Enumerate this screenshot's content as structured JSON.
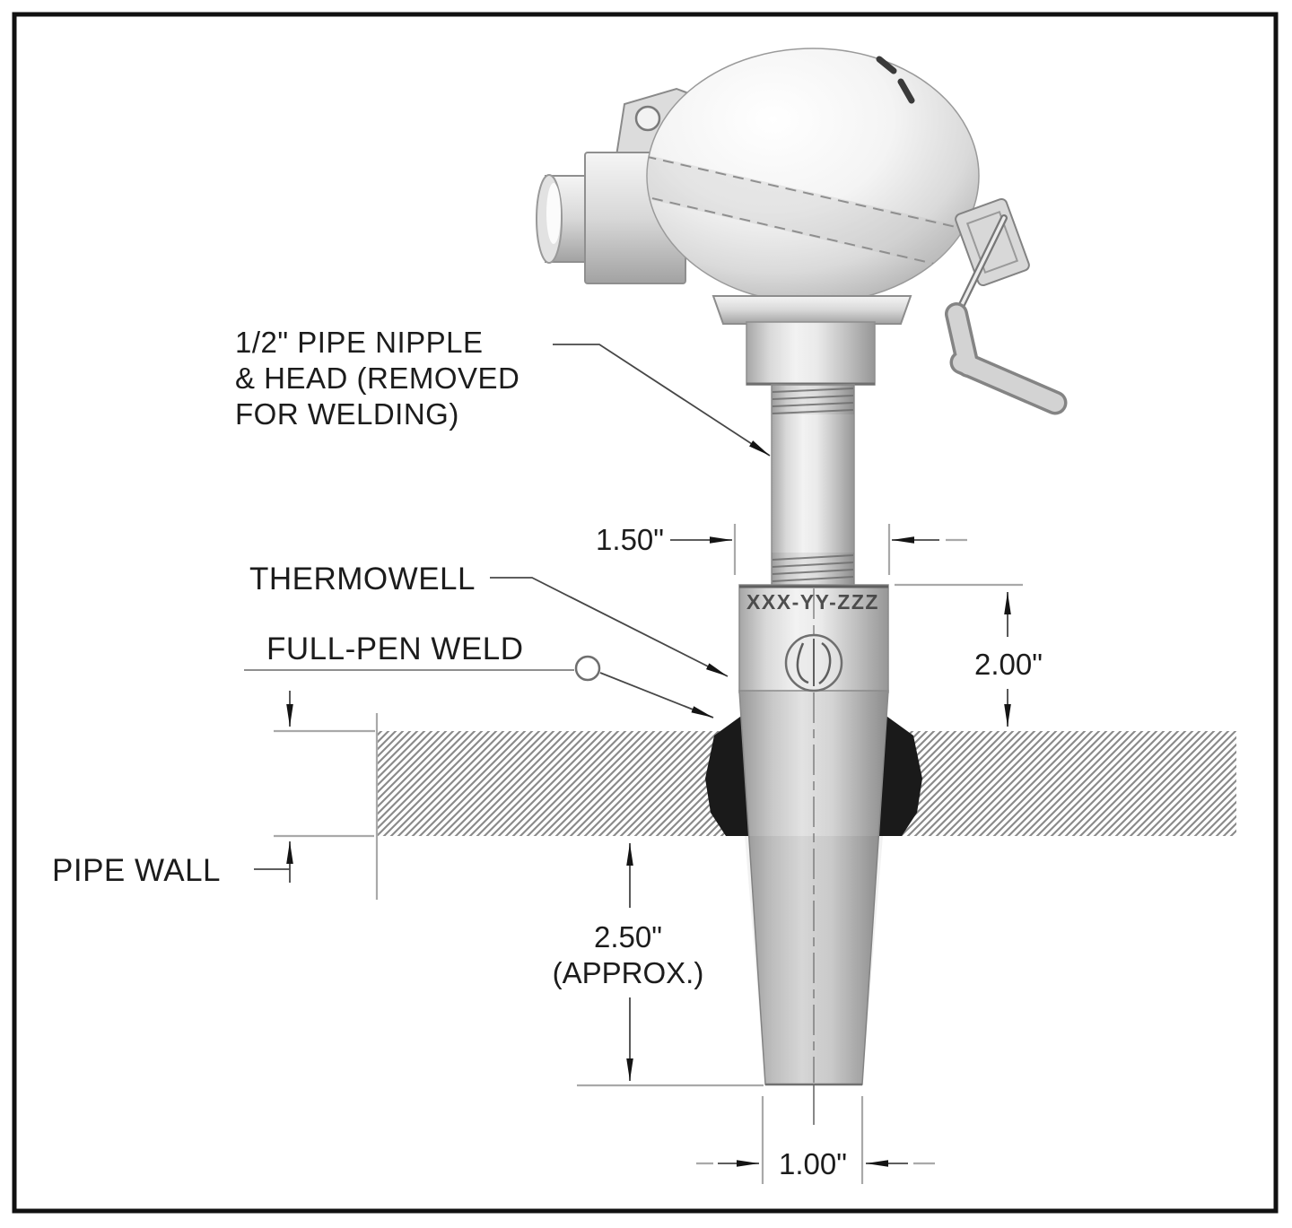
{
  "diagram": {
    "title": "Thermowell full-penetration weld installation drawing",
    "annotations": {
      "pipe_nipple_line1": "1/2\" PIPE NIPPLE",
      "pipe_nipple_line2": "& HEAD (REMOVED",
      "pipe_nipple_line3": "FOR WELDING)",
      "thermowell": "THERMOWELL",
      "full_pen_weld": "FULL-PEN WELD",
      "pipe_wall": "PIPE WALL"
    },
    "dimensions": {
      "nipple_width": "1.50\"",
      "hex_to_wall": "2.00\"",
      "insertion_depth": "2.50\"",
      "insertion_qualifier": "(APPROX.)",
      "tip_diameter": "1.00\""
    },
    "part_marking": "XXX-YY-ZZZ",
    "colors": {
      "frame": "#111111",
      "weld_fill": "#1a1a1a",
      "hatch_line": "#8a8a8a",
      "metal_light": "#f3f3f3",
      "metal_dark": "#9a9a9a",
      "leader_line": "#474747",
      "extension_line": "#a9a9a9",
      "text": "#1c1c1c"
    }
  }
}
